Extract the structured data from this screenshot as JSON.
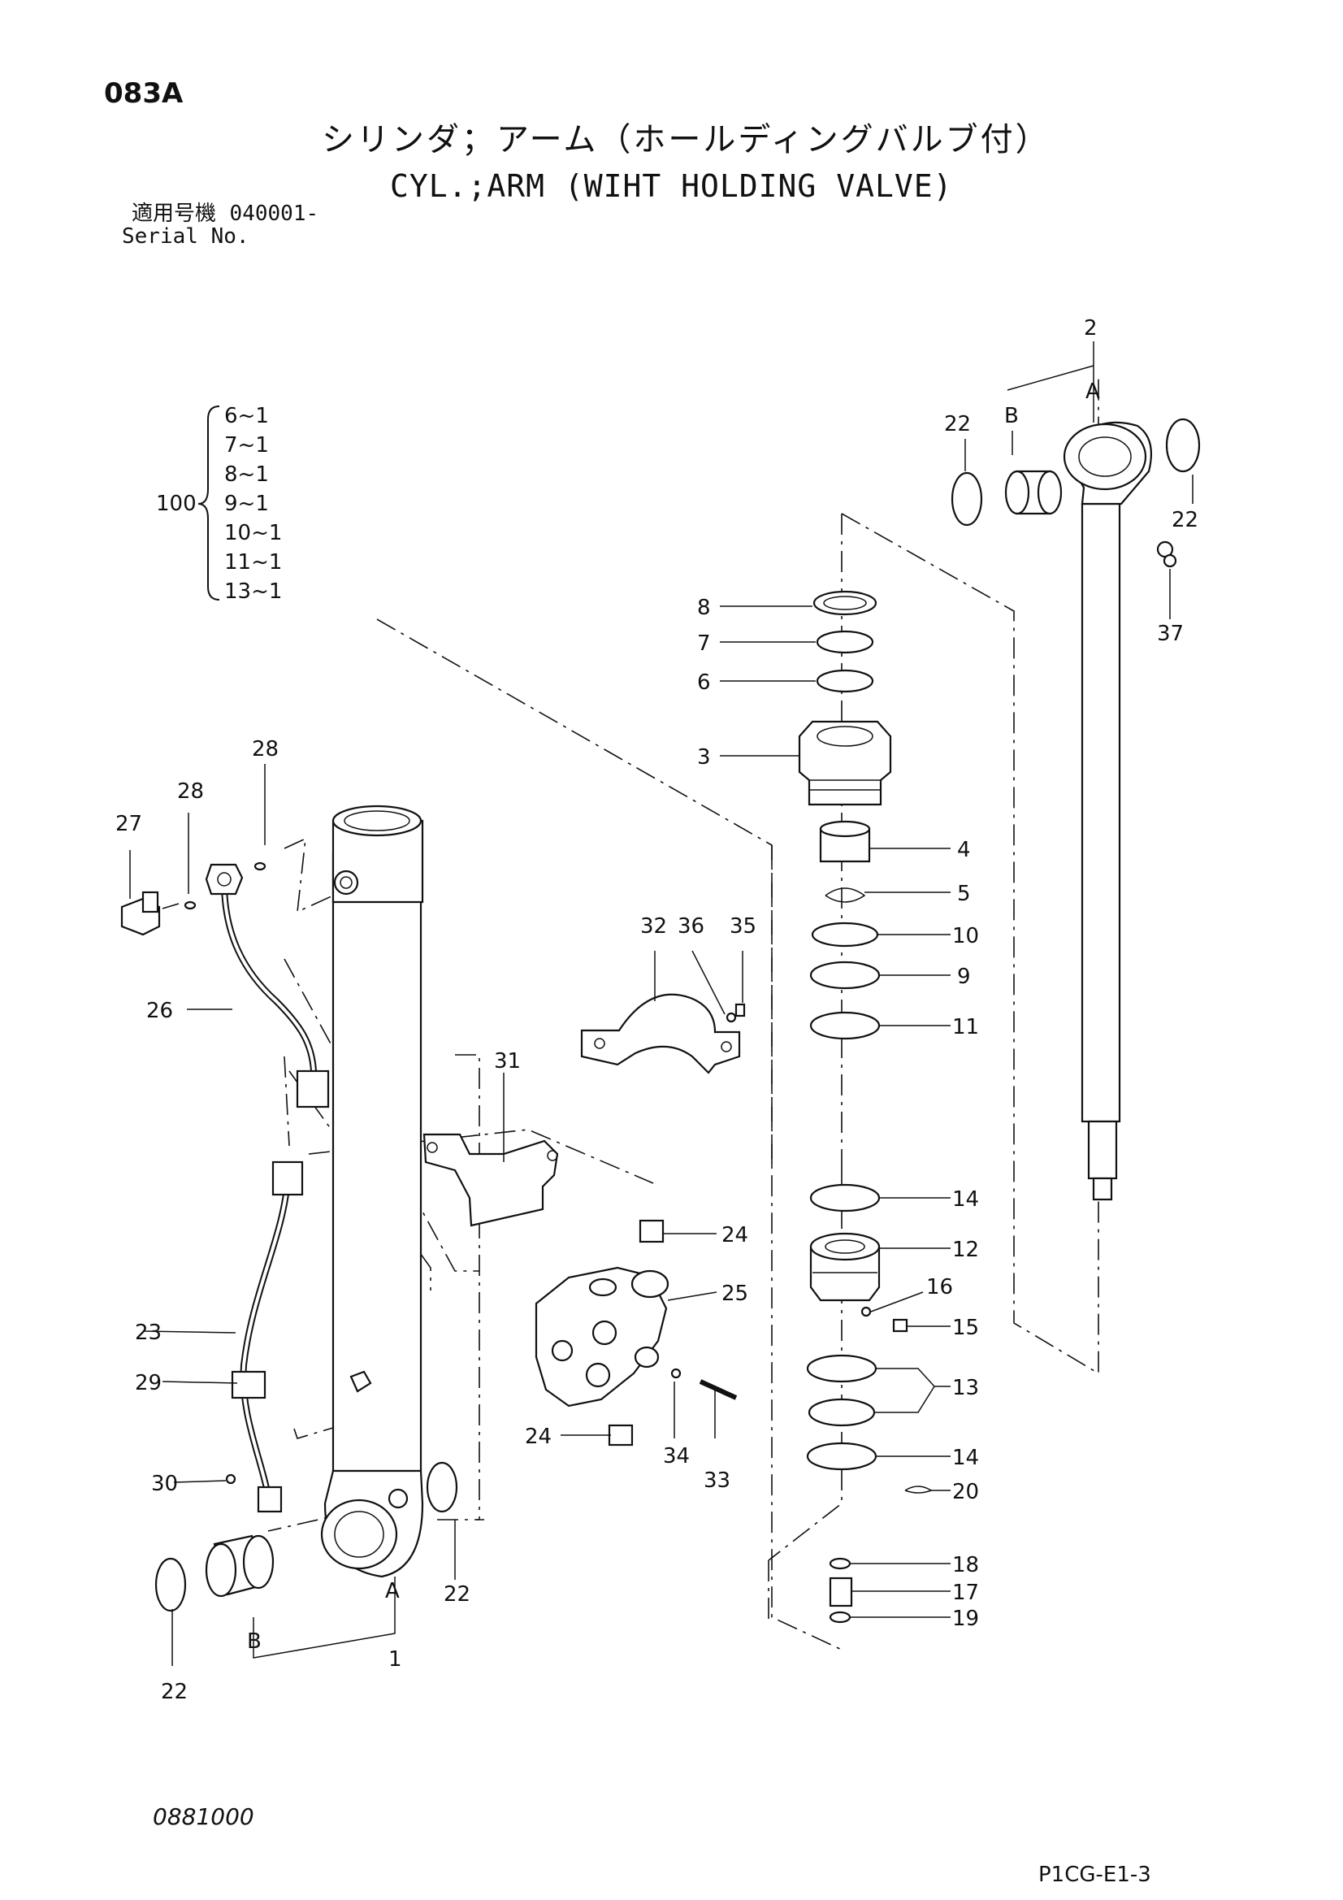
{
  "header": {
    "page_code": "083A",
    "title_jp": "シリンダ；アーム（ホールディングバルブ付）",
    "title_en": "CYL.;ARM (WIHT HOLDING VALVE)",
    "serial_label_jp": "適用号機",
    "serial_value": "040001-",
    "serial_label_en": "Serial No."
  },
  "kit": {
    "number": "100",
    "items": [
      "6~1",
      "7~1",
      "8~1",
      "9~1",
      "10~1",
      "11~1",
      "13~1"
    ]
  },
  "callouts": {
    "p1": "1",
    "p2": "2",
    "p3": "3",
    "p4": "4",
    "p5": "5",
    "p6": "6",
    "p7": "7",
    "p8": "8",
    "p9": "9",
    "p10": "10",
    "p11": "11",
    "p12": "12",
    "p13": "13",
    "p14a": "14",
    "p14b": "14",
    "p15": "15",
    "p16": "16",
    "p17": "17",
    "p18": "18",
    "p19": "19",
    "p20": "20",
    "p22a": "22",
    "p22b": "22",
    "p22c": "22",
    "p22d": "22",
    "p23": "23",
    "p24a": "24",
    "p24b": "24",
    "p25": "25",
    "p26": "26",
    "p27": "27",
    "p28a": "28",
    "p28b": "28",
    "p29": "29",
    "p30": "30",
    "p31": "31",
    "p32": "32",
    "p33": "33",
    "p34": "34",
    "p35": "35",
    "p36": "36",
    "p37": "37",
    "a_top": "A",
    "b_top": "B",
    "a_bot": "A",
    "b_bot": "B"
  },
  "footer": {
    "drawing_number": "0881000",
    "sheet_code": "P1CG-E1-3"
  }
}
